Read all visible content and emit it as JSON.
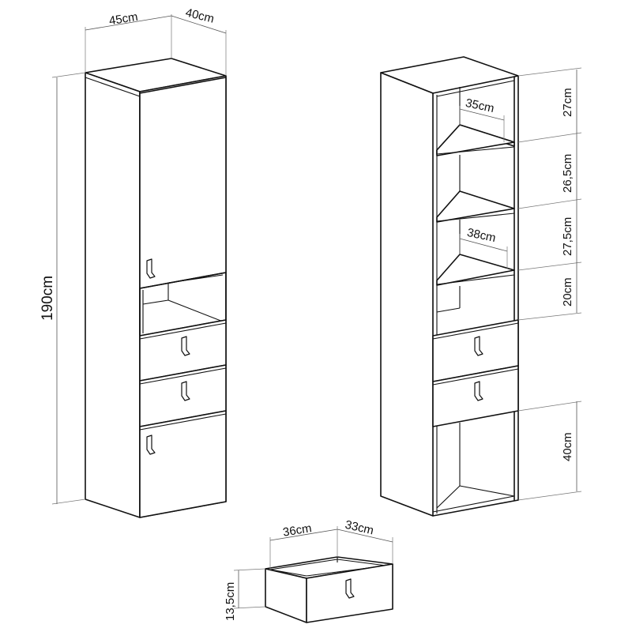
{
  "dimensions": {
    "cabinet_width": "45cm",
    "cabinet_depth": "40cm",
    "cabinet_height": "190cm",
    "shelf_depth_upper": "35cm",
    "shelf_depth_lower": "38cm",
    "compartment_1_height": "27cm",
    "compartment_2_height": "26,5cm",
    "compartment_3_height": "27,5cm",
    "compartment_4_height": "20cm",
    "bottom_compartment_height": "40cm",
    "drawer_width": "36cm",
    "drawer_depth": "33cm",
    "drawer_height": "13,5cm"
  }
}
